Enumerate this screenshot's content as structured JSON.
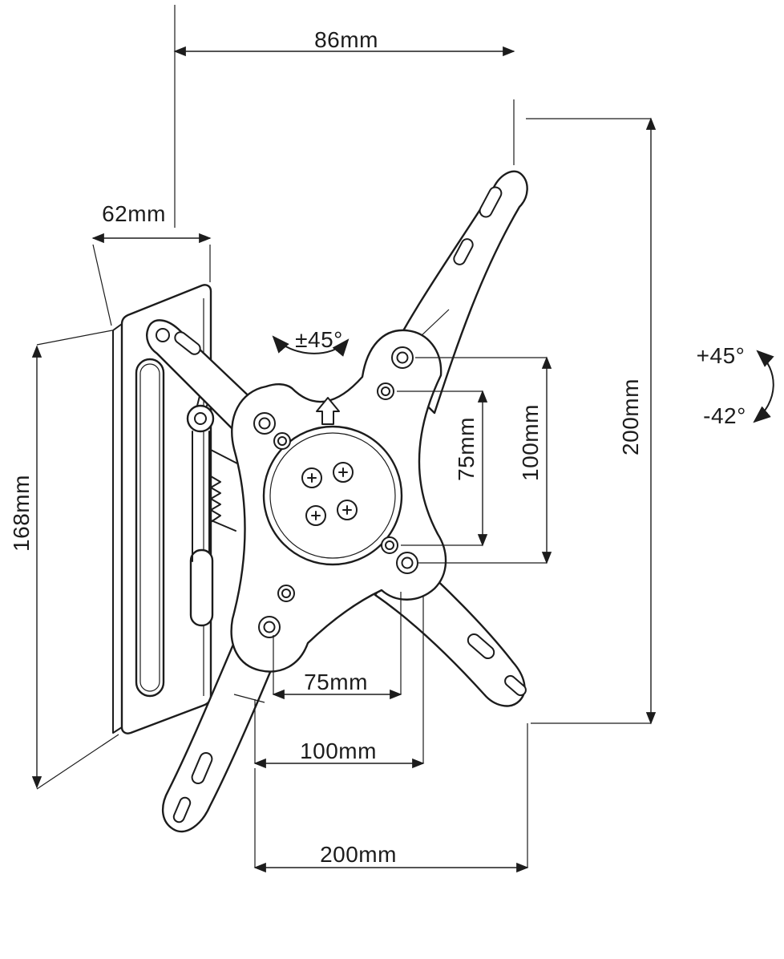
{
  "colors": {
    "line": "#1c1c1c",
    "background": "#ffffff"
  },
  "diagram": {
    "labels": {
      "top_width": "86mm",
      "wall_plate_depth": "62mm",
      "wall_plate_height": "168mm",
      "overall_height": "200mm",
      "vesa_vertical_75": "75mm",
      "vesa_vertical_100": "100mm",
      "swivel_range": "±45°",
      "tilt_up": "+45°",
      "tilt_down": "-42°",
      "vesa_horizontal_75": "75mm",
      "vesa_horizontal_100": "100mm",
      "overall_width": "200mm"
    }
  }
}
